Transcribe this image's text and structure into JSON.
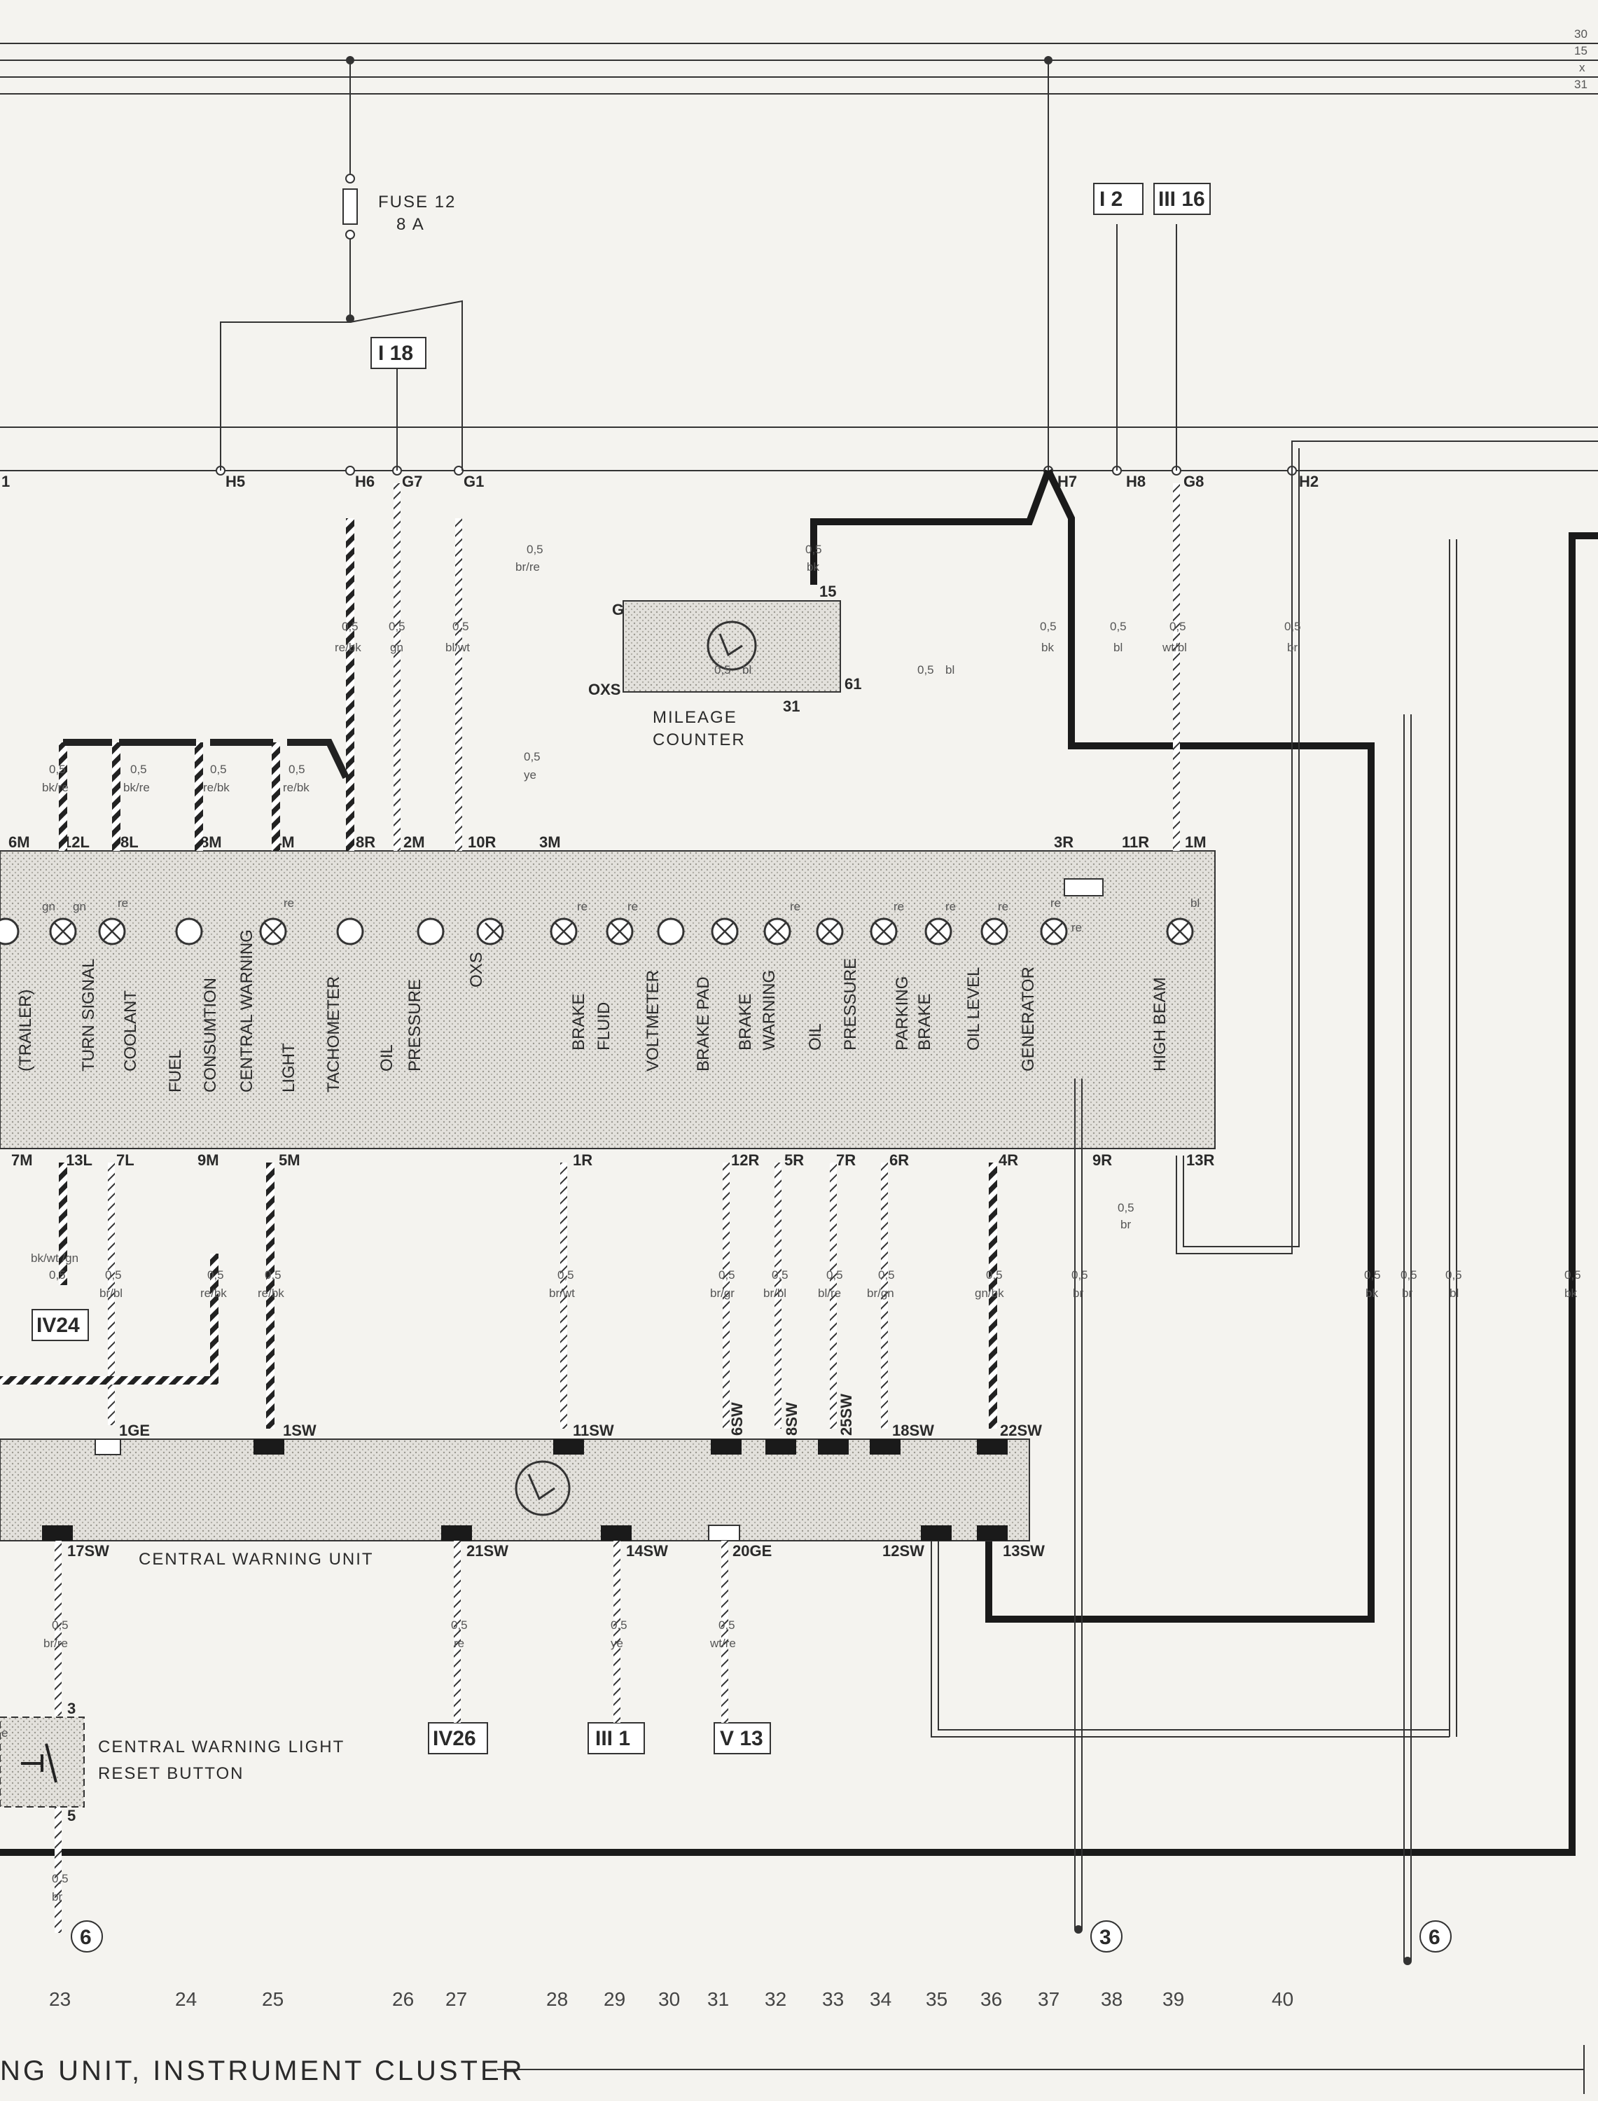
{
  "diagram": {
    "bus_labels": [
      "30",
      "15",
      "x",
      "31"
    ],
    "fuse": {
      "name": "FUSE 12",
      "rating": "8 A"
    },
    "refs": {
      "i18": "I 18",
      "i2": "I 2",
      "iii16": "III 16",
      "iv24": "IV24",
      "iv26": "IV26",
      "iii1": "III 1",
      "v13": "V 13",
      "c6a": "6",
      "c3": "3",
      "c6b": "6"
    },
    "connector_top": [
      "1",
      "H5",
      "H6",
      "G7",
      "G1",
      "H7",
      "H8",
      "G8",
      "H2"
    ],
    "cluster_top_pins": [
      "6M",
      "12L",
      "8L",
      "8M",
      "4M",
      "8R",
      "2M",
      "10R",
      "3M",
      "3R",
      "11R",
      "1M"
    ],
    "cluster_bottom_pins": [
      "7M",
      "13L",
      "7L",
      "9M",
      "5M",
      "1R",
      "12R",
      "5R",
      "7R",
      "6R",
      "4R",
      "9R",
      "13R"
    ],
    "gauges": [
      "(TRAILER)",
      "TURN SIGNAL",
      "COOLANT",
      "FUEL",
      "CONSUMTION",
      "CENTRAL WARNING",
      "LIGHT",
      "TACHOMETER",
      "OIL",
      "PRESSURE",
      "OXS",
      "BRAKE",
      "FLUID",
      "VOLTMETER",
      "BRAKE PAD",
      "BRAKE",
      "WARNING",
      "OIL",
      "PRESSURE",
      "PARKING",
      "BRAKE",
      "OIL LEVEL",
      "GENERATOR",
      "HIGH BEAM"
    ],
    "bulb_colors": [
      "gn",
      "gn",
      "re",
      "re",
      "re",
      "re",
      "re",
      "re",
      "re",
      "re",
      "re",
      "re",
      "bl"
    ],
    "mileage": {
      "name": "MILEAGE",
      "name2": "COUNTER",
      "pins": [
        "G",
        "15",
        "OXS",
        "61",
        "31"
      ]
    },
    "cwu": {
      "name": "CENTRAL WARNING UNIT",
      "top_pins": [
        "1GE",
        "1SW",
        "11SW",
        "6SW",
        "8SW",
        "25SW",
        "18SW",
        "22SW"
      ],
      "bottom_pins": [
        "17SW",
        "21SW",
        "14SW",
        "20GE",
        "12SW",
        "13SW"
      ]
    },
    "reset": {
      "line1": "CENTRAL WARNING LIGHT",
      "line2": "RESET BUTTON",
      "pin_top": "3",
      "pin_bottom": "5",
      "side": "e"
    },
    "wire_labels": [
      {
        "size": "0,5",
        "color": "re/bk"
      },
      {
        "size": "0,5",
        "color": "gn"
      },
      {
        "size": "0,5",
        "color": "bl/wt"
      },
      {
        "size": "0,5",
        "color": "br/re"
      },
      {
        "size": "0,5",
        "color": "bk"
      },
      {
        "size": "0,5",
        "color": "bl"
      },
      {
        "size": "0,5",
        "color": "ye"
      },
      {
        "size": "0,5",
        "color": "bk"
      },
      {
        "size": "0,5",
        "color": "bl"
      },
      {
        "size": "0,5",
        "color": "wt/bl"
      },
      {
        "size": "0,5",
        "color": "br"
      },
      {
        "size": "0,5",
        "color": "bk/re"
      },
      {
        "size": "0,5",
        "color": "bk/re"
      },
      {
        "size": "0,5",
        "color": "re/bk"
      },
      {
        "size": "0,5",
        "color": "re/bk"
      },
      {
        "size": "0,5",
        "color": "bk/wt /gn"
      },
      {
        "size": "0,5",
        "color": "br/bl"
      },
      {
        "size": "0,5",
        "color": "re/bk"
      },
      {
        "size": "0,5",
        "color": "re/bk"
      },
      {
        "size": "0,5",
        "color": "br/wt"
      },
      {
        "size": "0,5",
        "color": "br/gr"
      },
      {
        "size": "0,5",
        "color": "br/bl"
      },
      {
        "size": "0,5",
        "color": "bl/re"
      },
      {
        "size": "0,5",
        "color": "br/gn"
      },
      {
        "size": "0,5",
        "color": "gn/bk"
      },
      {
        "size": "0,5",
        "color": "br"
      },
      {
        "size": "0,5",
        "color": "br"
      },
      {
        "size": "0,5",
        "color": "bk"
      },
      {
        "size": "0,5",
        "color": "br"
      },
      {
        "size": "0,5",
        "color": "bl"
      },
      {
        "size": "0,5",
        "color": "bk"
      },
      {
        "size": "0,5",
        "color": "br/re"
      },
      {
        "size": "0,5",
        "color": "re"
      },
      {
        "size": "0,5",
        "color": "ye"
      },
      {
        "size": "0,5",
        "color": "wt/re"
      },
      {
        "size": "0,5",
        "color": "br"
      },
      {
        "size": "0,5",
        "color": "bl"
      }
    ],
    "columns": [
      "23",
      "24",
      "25",
      "26",
      "27",
      "28",
      "29",
      "30",
      "31",
      "32",
      "33",
      "34",
      "35",
      "36",
      "37",
      "38",
      "39",
      "40"
    ],
    "footer_title": "NG UNIT, INSTRUMENT CLUSTER"
  },
  "colors": {
    "ink": "#2a2a2a",
    "paper": "#f4f3ef",
    "shade": "#d8d6d0"
  }
}
